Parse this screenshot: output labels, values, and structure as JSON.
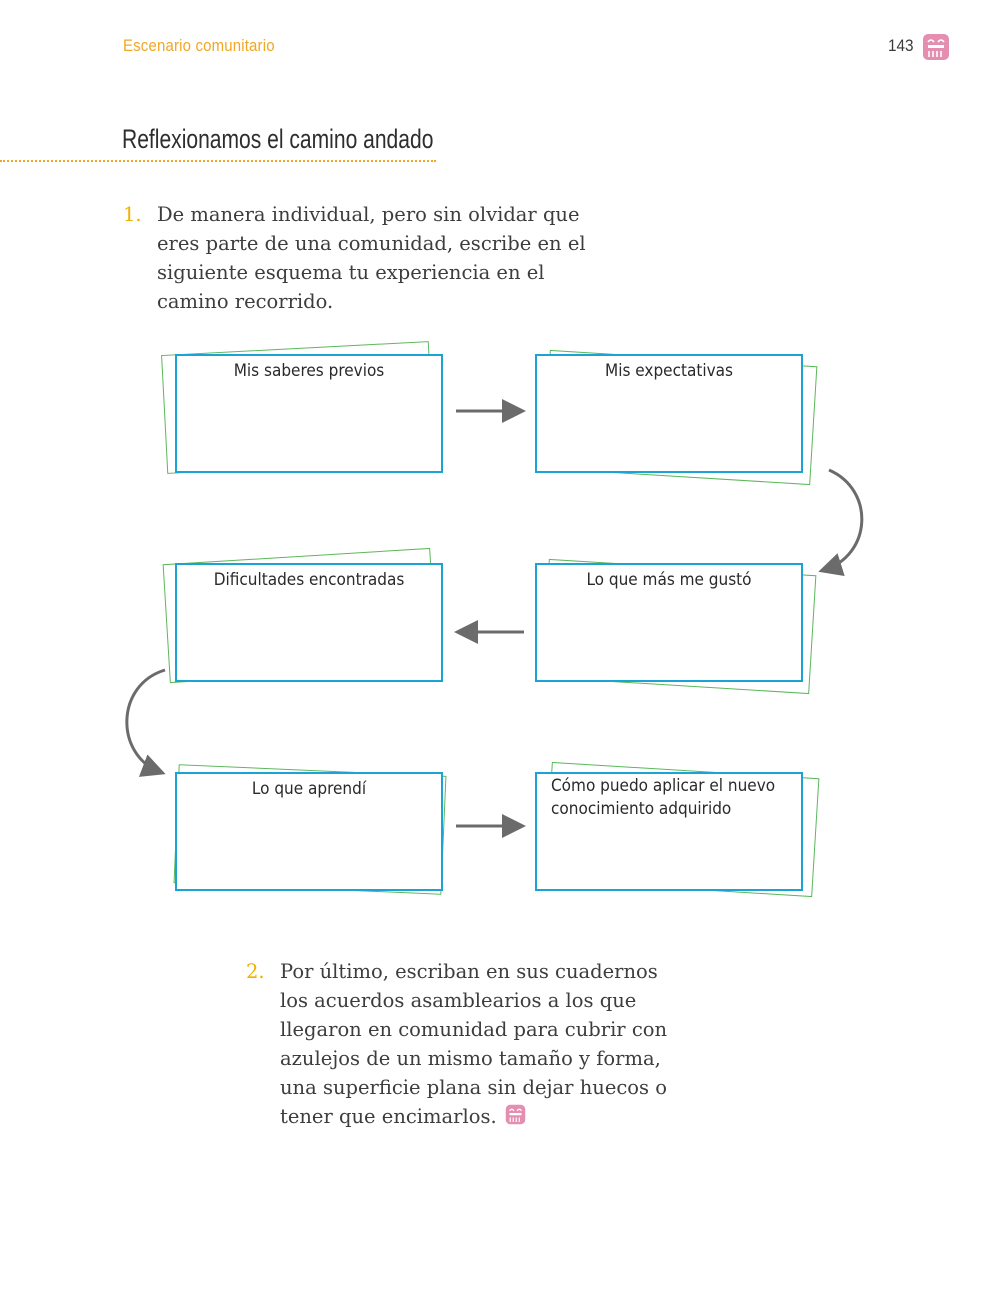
{
  "header": {
    "section": "Escenario comunitario",
    "page_number": "143"
  },
  "title": "Reflexionamos el camino andado",
  "activities": [
    {
      "number": "1.",
      "text": "De manera individual, pero sin olvidar que eres parte de una comunidad, escribe en el siguiente esquema tu experiencia en el camino recorrido."
    },
    {
      "number": "2.",
      "text": "Por último, escriban en sus cuadernos los acuerdos asamblearios a los que llegaron en comunidad para cubrir con azulejos de un mismo tamaño y forma, una superficie plana sin dejar huecos o tener que encimarlos."
    }
  ],
  "diagram": {
    "boxes": [
      {
        "label": "Mis saberes previos"
      },
      {
        "label": "Mis expectativas"
      },
      {
        "label": "Dificultades encontradas"
      },
      {
        "label": "Lo que más me gustó"
      },
      {
        "label": "Lo que aprendí"
      },
      {
        "label": "Cómo puedo aplicar el nuevo conocimiento adquirido"
      }
    ]
  },
  "colors": {
    "accent": "#f0a722",
    "box_border": "#1aa3d4",
    "shadow_border": "#5cb85c",
    "arrow": "#6b6b6b",
    "icon": "#e58fb0"
  },
  "icons": [
    "glyph-icon"
  ]
}
